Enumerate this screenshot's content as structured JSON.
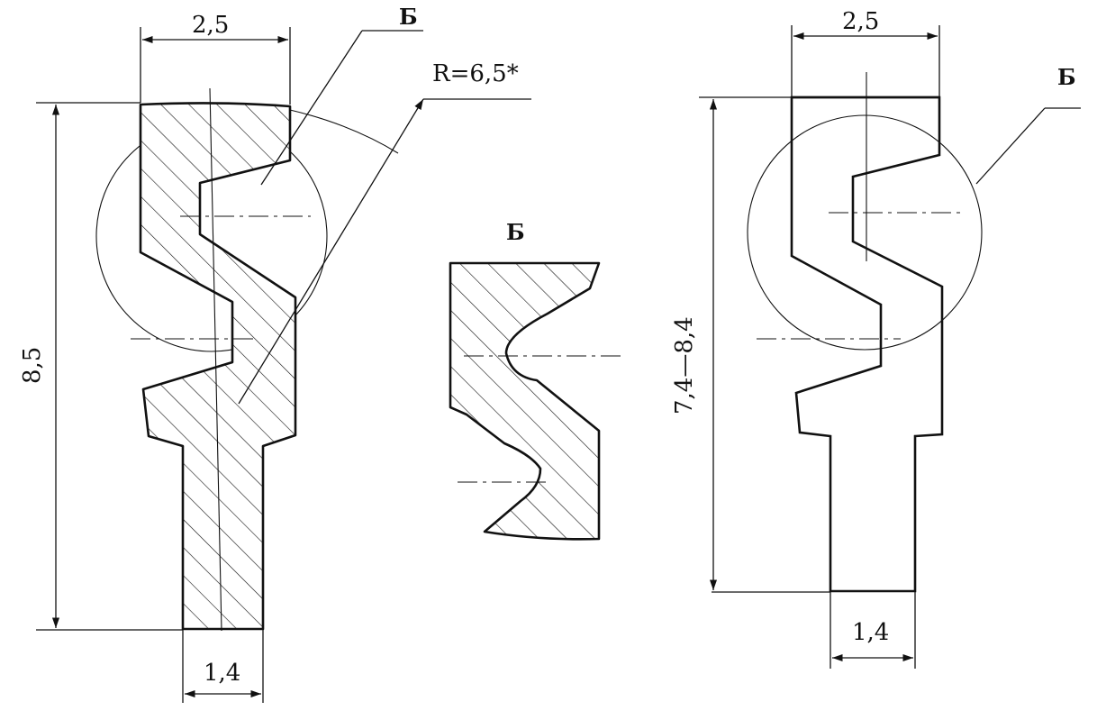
{
  "left_view": {
    "top_width_label": "2,5",
    "height_label": "8,5",
    "bottom_width_label": "1,4",
    "detail_callout_label": "Б",
    "radius_label": "R=6,5*"
  },
  "detail_view": {
    "title": "Б"
  },
  "right_view": {
    "top_width_label": "2,5",
    "height_label": "7,4—8,4",
    "bottom_width_label": "1,4",
    "detail_callout_label": "Б"
  }
}
